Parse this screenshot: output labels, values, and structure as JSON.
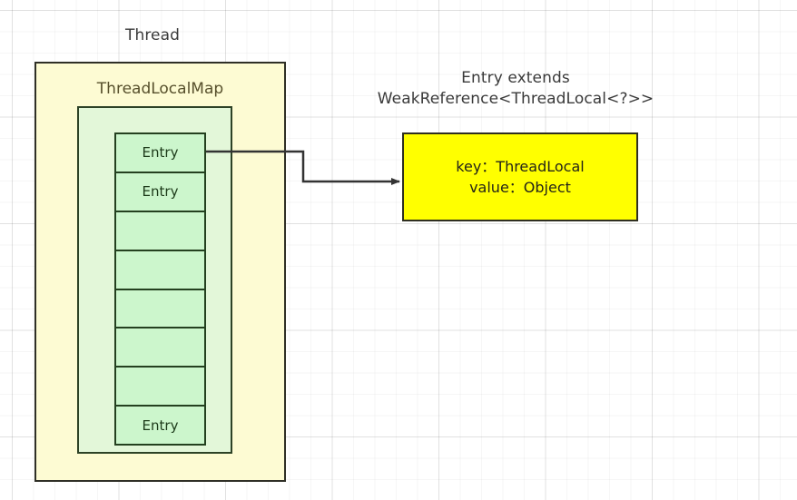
{
  "diagram": {
    "title_label": "Thread",
    "inner_container_label": "ThreadLocalMap",
    "entry_extends_label": "Entry extends\nWeakReference<ThreadLocal<?>>",
    "entry_table": {
      "cells": [
        {
          "label": "Entry"
        },
        {
          "label": "Entry"
        },
        {
          "label": ""
        },
        {
          "label": ""
        },
        {
          "label": ""
        },
        {
          "label": ""
        },
        {
          "label": ""
        },
        {
          "label": "Entry"
        }
      ]
    },
    "entry_object": {
      "key_line": "key：ThreadLocal",
      "value_line": "value：Object"
    },
    "colors": {
      "thread_fill": "#fdfbd3",
      "threadlocalmap_fill": "#e3f7d9",
      "entry_cell_fill": "#ccf6cc",
      "entry_object_fill": "#ffff00",
      "border_dark": "#2f2f26",
      "connector": "#333333",
      "label_text": "#3a3a3a"
    }
  }
}
